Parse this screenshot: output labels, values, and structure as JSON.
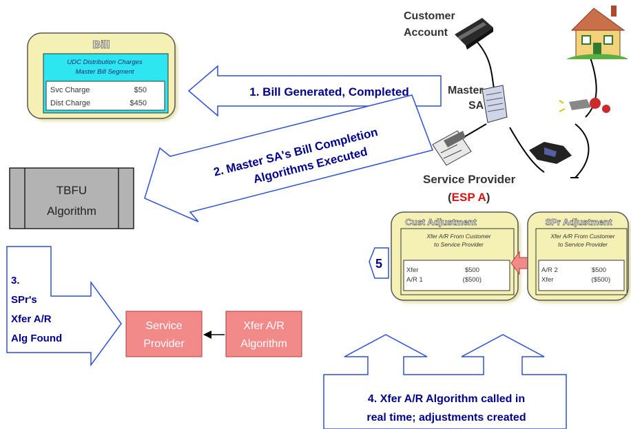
{
  "bill": {
    "title": "Bill",
    "segment_line1": "UDC Distribution Charges",
    "segment_line2": "Master Bill Segment",
    "lines": [
      {
        "label": "Svc Charge",
        "amount": "$50"
      },
      {
        "label": "Dist Charge",
        "amount": "$450"
      }
    ]
  },
  "steps": {
    "step1": "1. Bill Generated, Completed",
    "step2_line1": "2. Master SA's Bill Completion",
    "step2_line2": "Algorithms Executed",
    "step3_lines": [
      "3.",
      "SPr's",
      "Xfer A/R",
      "Alg Found"
    ],
    "step4_line1": "4. Xfer A/R Algorithm called in",
    "step4_line2": "real time; adjustments created",
    "step5": "5"
  },
  "tbfu": {
    "line1": "TBFU",
    "line2": "Algorithm"
  },
  "service_provider_box": {
    "line1": "Service",
    "line2": "Provider"
  },
  "xfer_alg_box": {
    "line1": "Xfer A/R",
    "line2": "Algorithm"
  },
  "account_diagram": {
    "customer_line1": "Customer",
    "customer_line2": "Account",
    "master_line1": "Master",
    "master_line2": "SA",
    "service_provider_label": "Service Provider",
    "esp_open": "(",
    "esp_name": "ESP A",
    "esp_close": ")"
  },
  "cust_adjustment": {
    "title": "Cust Adjustment",
    "desc_line1": "Xfer A/R From Customer",
    "desc_line2": "to Service Provider",
    "rows": [
      {
        "label": "Xfer",
        "amount": "$500"
      },
      {
        "label": "A/R 1",
        "amount": "($500)"
      }
    ]
  },
  "spr_adjustment": {
    "title": "SPr Adjustment",
    "desc_line1": "Xfer A/R From Customer",
    "desc_line2": "to Service Provider",
    "rows": [
      {
        "label": "A/R 2",
        "amount": "$500"
      },
      {
        "label": "Xfer",
        "amount": "($500)"
      }
    ]
  },
  "colors": {
    "bill_fill": "#f5f0b4",
    "segment_fill": "#2ee6f0",
    "arrow_text": "#00008b",
    "arrow_stroke": "#2c4fd6",
    "pink_box": "#f28a8a",
    "tbfu_fill": "#b3b3b3",
    "esp_red": "#e01010"
  }
}
